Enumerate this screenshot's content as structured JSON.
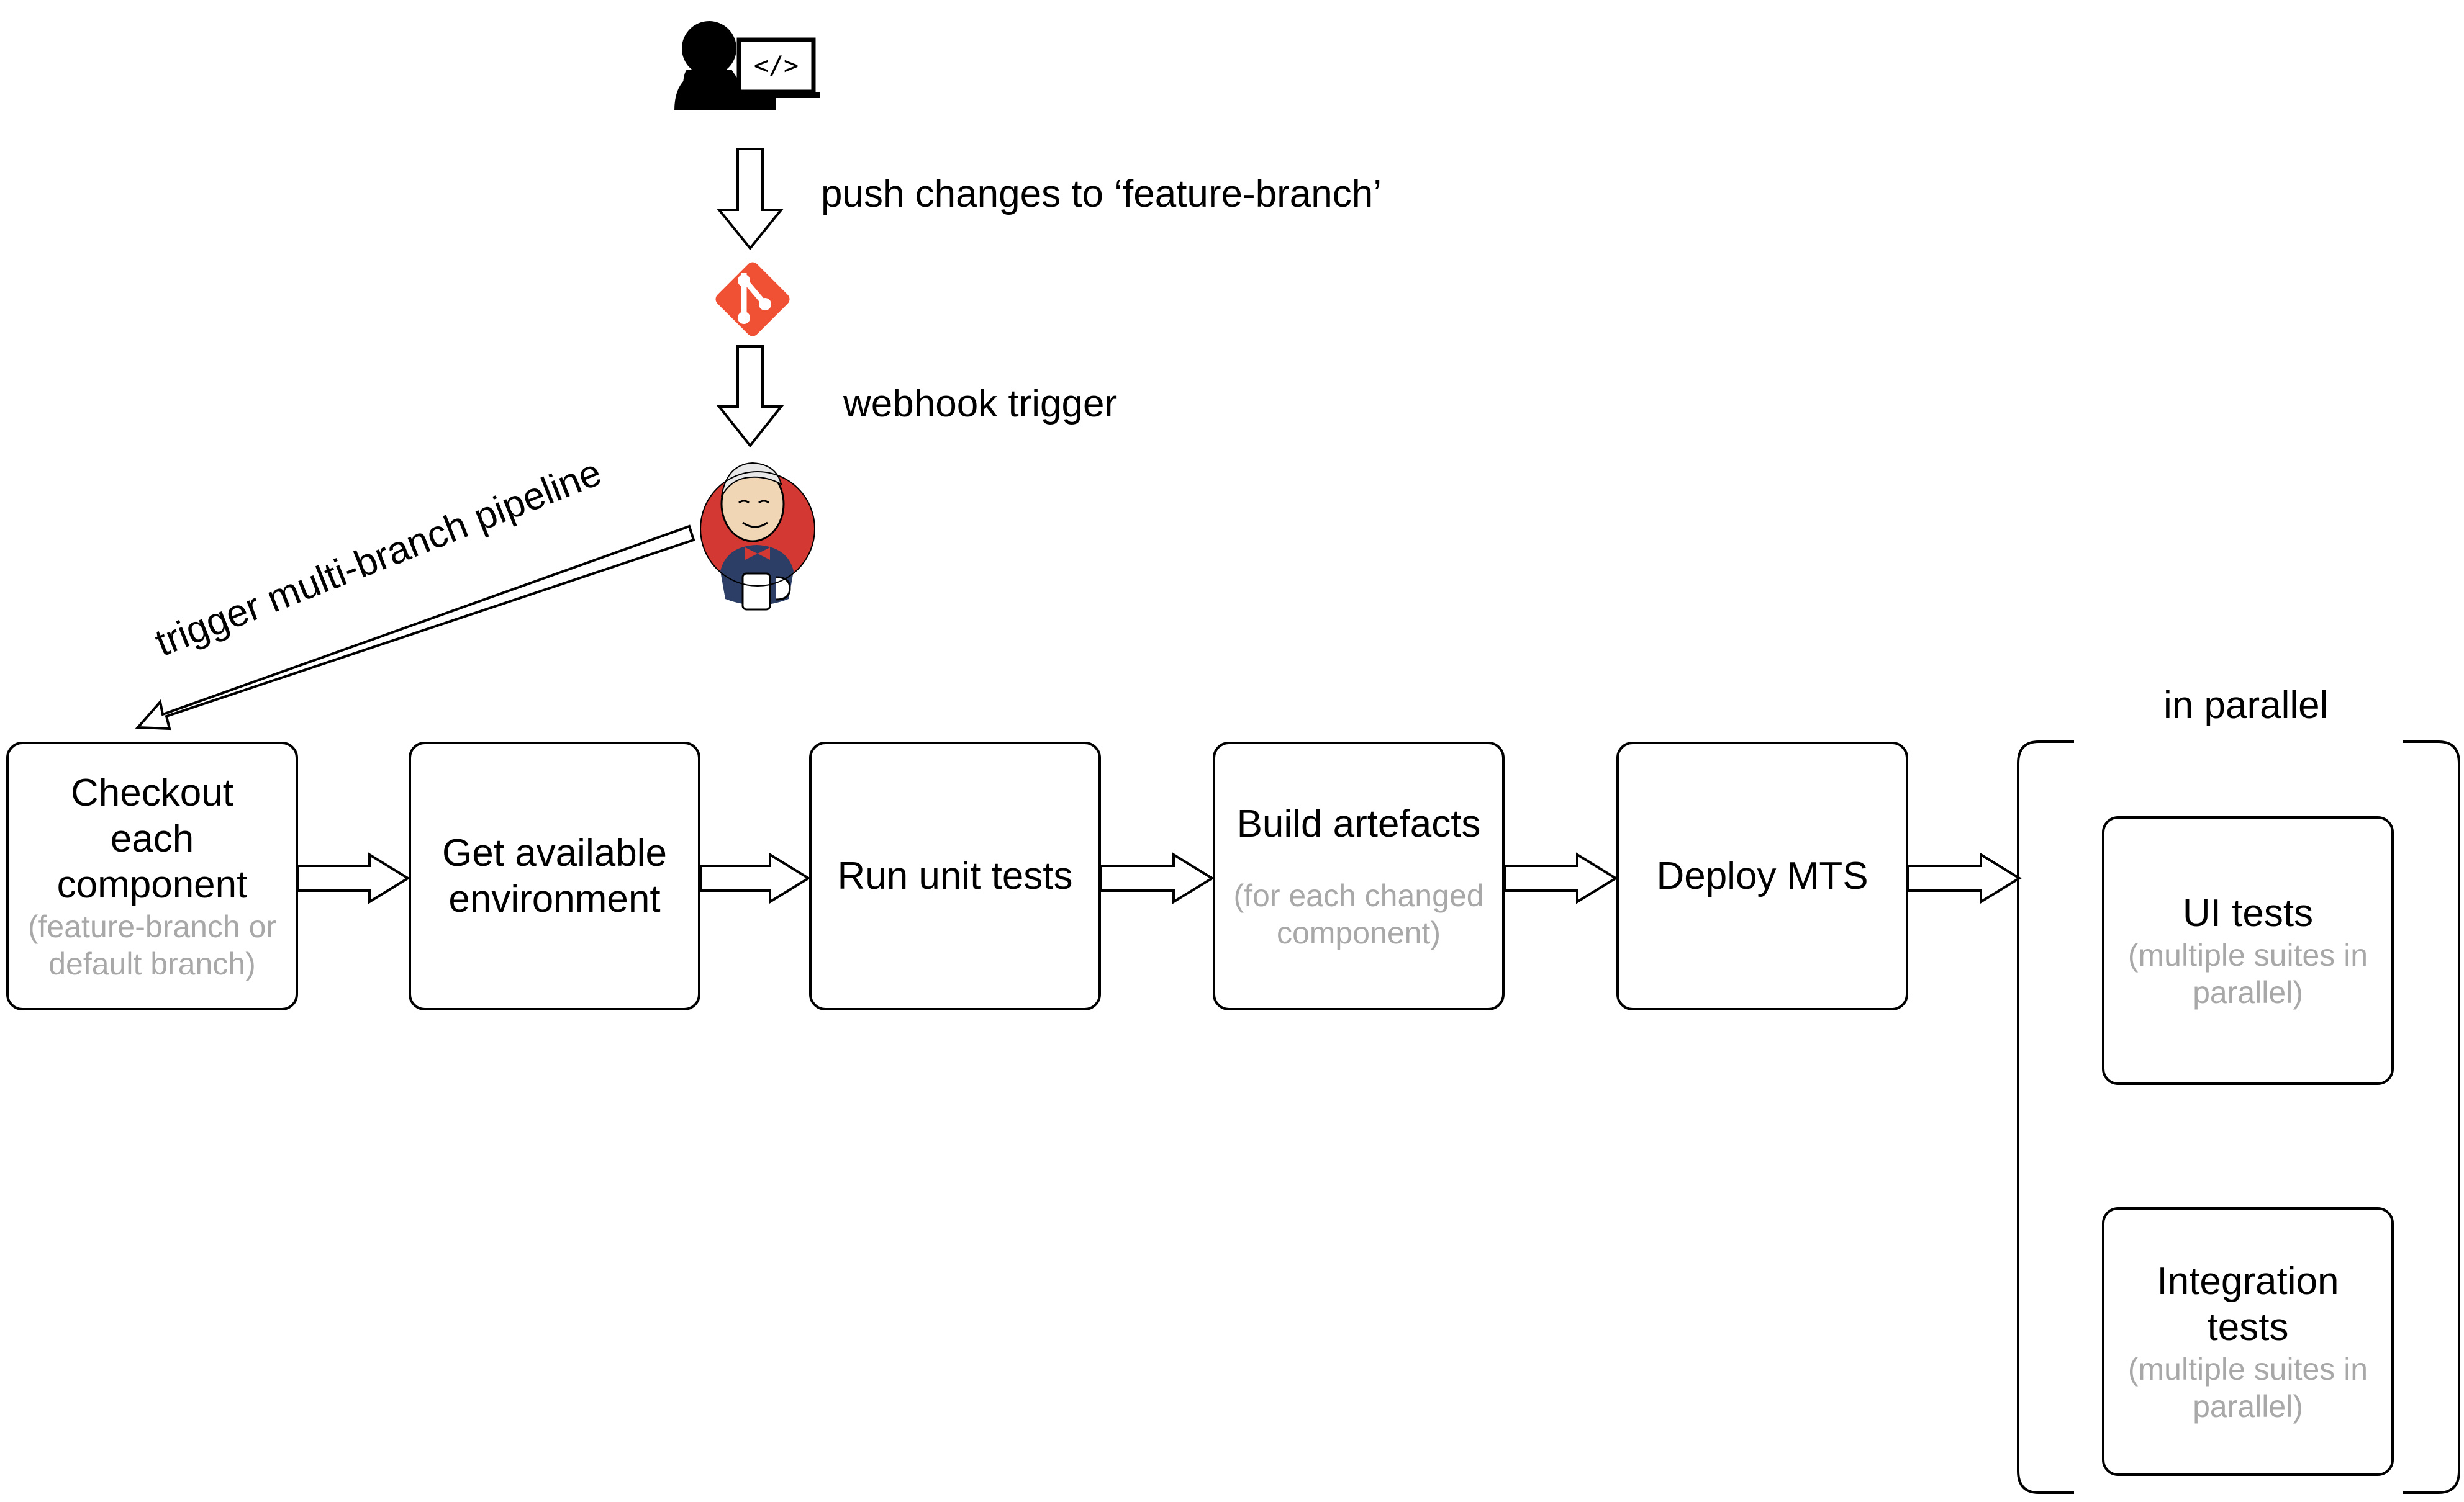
{
  "labels": {
    "push": "push changes to ‘feature-branch’",
    "webhook": "webhook trigger",
    "pipeline": "trigger multi-branch pipeline",
    "parallel": "in parallel"
  },
  "developer_icon": {
    "name": "developer-icon",
    "code_glyph": "</>"
  },
  "git_icon": {
    "name": "git-icon",
    "color": "#f05033"
  },
  "jenkins_icon": {
    "name": "jenkins-icon",
    "color": "#d33833"
  },
  "steps": {
    "checkout": {
      "main": "Checkout\neach\ncomponent",
      "sub": "(feature-branch or\ndefault branch)"
    },
    "environment": {
      "main": "Get available\nenvironment"
    },
    "unit_tests": {
      "main": "Run unit tests"
    },
    "build": {
      "main": "Build artefacts",
      "sub": "(for each changed\ncomponent)"
    },
    "deploy": {
      "main": "Deploy MTS"
    }
  },
  "parallel_steps": {
    "ui_tests": {
      "main": "UI tests",
      "sub": "(multiple suites in\nparallel)"
    },
    "integration_tests": {
      "main": "Integration\ntests",
      "sub": "(multiple suites in\nparallel)"
    }
  },
  "colors": {
    "stroke": "#000000",
    "muted_text": "#a8a8a8"
  }
}
